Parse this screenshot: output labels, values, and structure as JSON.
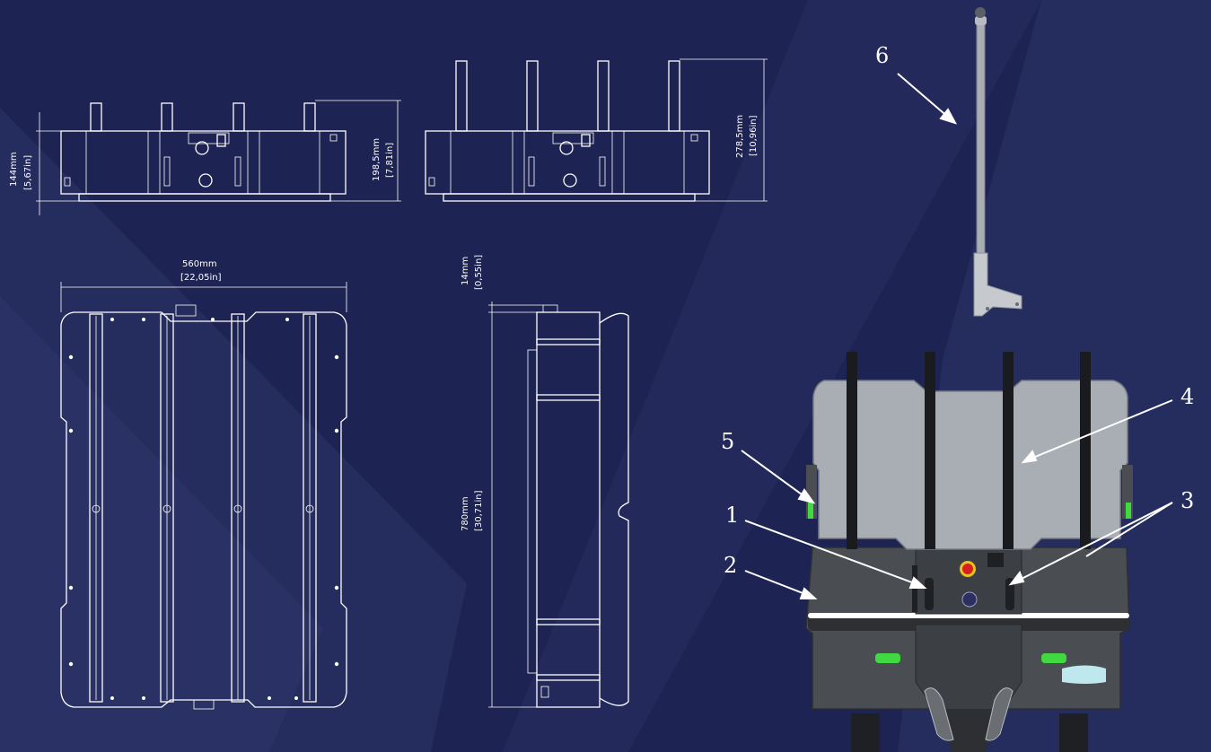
{
  "dimensions": {
    "front_height": {
      "value": "144mm",
      "imperial": "[5,67in]"
    },
    "front_antenna_height": {
      "value": "198,5mm",
      "imperial": "[7,81in]"
    },
    "rear_antenna_height": {
      "value": "278,5mm",
      "imperial": "[10,96in]"
    },
    "width": {
      "value": "560mm",
      "imperial": "[22,05in]"
    },
    "side_top": {
      "value": "14mm",
      "imperial": "[0,55in]"
    },
    "length": {
      "value": "780mm",
      "imperial": "[30,71in]"
    }
  },
  "callouts": [
    "1",
    "2",
    "3",
    "4",
    "5",
    "6"
  ],
  "colors": {
    "background": "#1d2352",
    "background_band": "#2c3466",
    "line": "#ffffff",
    "robot_top": "#a9adb4",
    "robot_body": "#4a4d52",
    "robot_dark": "#2d2f33",
    "emergency_stop": "#d6201f",
    "status_light": "#41d941",
    "lidar": "#bfe8ee"
  }
}
